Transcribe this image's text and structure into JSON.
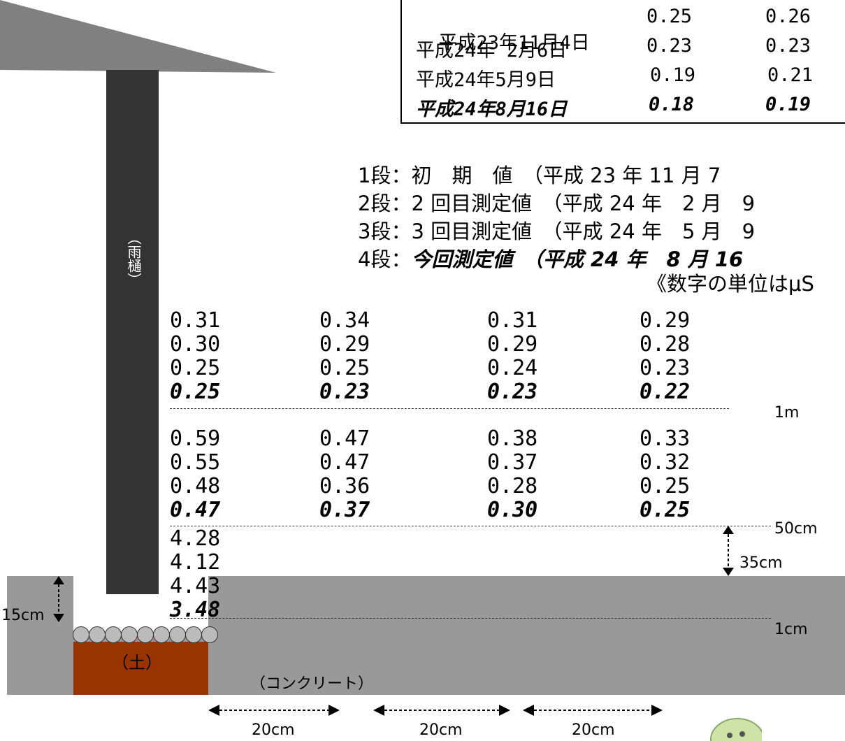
{
  "table": {
    "rows": [
      {
        "date": "平成23年11月4日",
        "a": "0.25",
        "b": "0.26",
        "italic": false
      },
      {
        "date": "平成24年 2月6日",
        "a": "0.23",
        "b": "0.23",
        "italic": false
      },
      {
        "date": "平成24年5月9日",
        "a": "0.19",
        "b": "0.21",
        "italic": false
      },
      {
        "date": "平成24年8月16日",
        "a": "0.18",
        "b": "0.19",
        "italic": true
      }
    ]
  },
  "legend": {
    "line1": "1段：初　期　値　（平成 23 年 11 月 7",
    "line2": "2段：2 回目測定値　（平成 24 年　2 月　9",
    "line3": "3段：3 回目測定値　（平成 24 年　5 月　9",
    "line4_prefix": "4段：",
    "line4_rest": "今回測定値　（平成 24 年　8 月 16",
    "unit": "《数字の単位はμS"
  },
  "pipe_label": "（雨樋）",
  "soil_label": "（土）",
  "concrete_label": "（コンクリート）",
  "columns": [
    {
      "upper": [
        "0.31",
        "0.30",
        "0.25",
        "0.25"
      ],
      "lower": [
        "0.59",
        "0.55",
        "0.48",
        "0.47"
      ],
      "ground": [
        "4.28",
        "4.12",
        "4.43",
        "3.48"
      ]
    },
    {
      "upper": [
        "0.34",
        "0.29",
        "0.25",
        "0.23"
      ],
      "lower": [
        "0.47",
        "0.47",
        "0.36",
        "0.37"
      ]
    },
    {
      "upper": [
        "0.31",
        "0.29",
        "0.24",
        "0.23"
      ],
      "lower": [
        "0.38",
        "0.37",
        "0.28",
        "0.30"
      ]
    },
    {
      "upper": [
        "0.29",
        "0.28",
        "0.23",
        "0.22"
      ],
      "lower": [
        "0.33",
        "0.32",
        "0.25",
        "0.25"
      ]
    }
  ],
  "heights": {
    "h1": "1m",
    "h2": "50cm",
    "h3": "1cm"
  },
  "dims": {
    "d35": "35cm",
    "d15": "15cm",
    "w1": "20cm",
    "w2": "20cm",
    "w3": "20cm"
  }
}
